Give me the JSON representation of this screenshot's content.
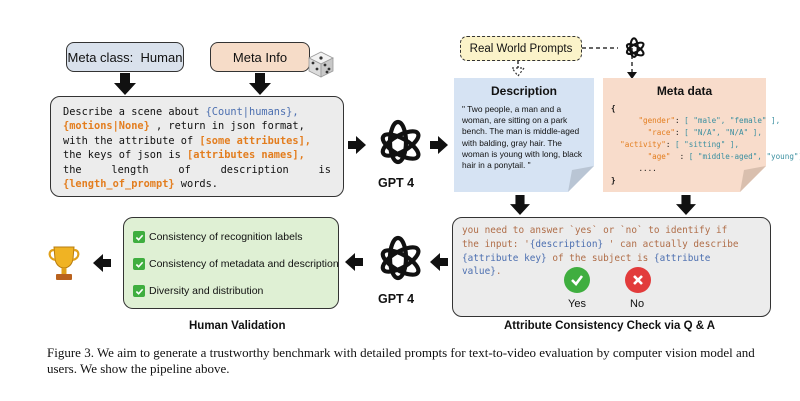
{
  "meta_class": {
    "label": "Meta class:",
    "value": "Human"
  },
  "meta_info": {
    "label": "Meta Info"
  },
  "prompt_template": {
    "line1_pre": "Describe a scene about ",
    "line1_var": "{Count|humans},",
    "line2_var": "{motions|None}",
    "line2_post": " , return in json format,",
    "line3_pre": "with the attribute of ",
    "line3_var": "[some attributes],",
    "line4_pre": "the keys of json is ",
    "line4_var": "[attributes names],",
    "line5_w1": "the",
    "line5_w2": "length",
    "line5_w3": "of",
    "line5_w4": "description",
    "line5_w5": "is",
    "line6_var": "{length_of_prompt}",
    "line6_post": " words."
  },
  "gpt_top": {
    "label": "GPT 4"
  },
  "gpt_bottom": {
    "label": "GPT 4"
  },
  "real_world_prompts": {
    "label": "Real World Prompts"
  },
  "description": {
    "title": "Description",
    "text": "\" Two people, a man and a woman, are sitting on a park bench. The man is middle-aged with balding, gray hair. The woman is young with long, black hair in a ponytail. \""
  },
  "meta_data": {
    "title": "Meta data",
    "open": "{",
    "gender_key": "\"gender\"",
    "gender_val": "[ \"male\", \"female\" ],",
    "race_key": "\"race\"",
    "race_val": "[ \"N/A\", \"N/A\" ],",
    "activity_key": "\"activity\"",
    "activity_val": "[ \"sitting\" ],",
    "age_key": "\"age\"",
    "age_val": "[ \"middle-aged\", \"young\"],",
    "ellipsis": "....",
    "close": "}"
  },
  "check": {
    "line1": "you need to answer `yes` or `no` to identify if",
    "line2_pre": "the input: '",
    "line2_var": "{description}",
    "line2_post": " ' can actually describe",
    "line3_var": "{attribute key}",
    "line3_mid": " of the subject is ",
    "line3_var2": "{attribute",
    "line4_var": "value}",
    "line4_post": ".",
    "yes": "Yes",
    "no": "No"
  },
  "validation": {
    "items": [
      "Consistency of recognition labels",
      "Consistency of metadata and description",
      "Diversity and distribution"
    ]
  },
  "labels": {
    "human_validation": "Human Validation",
    "attribute_check": "Attribute Consistency Check via Q & A"
  },
  "caption": "Figure 3. We aim to generate a trustworthy benchmark with detailed prompts for text-to-video evaluation by computer vision model and users. We show the pipeline above.",
  "colors": {
    "blue_box": "#d9e1ec",
    "orange_box": "#f6dcc8",
    "green_box": "#dff0d4",
    "gray_box": "#ececec",
    "var_blue": "#4c6fb0",
    "var_orange": "#e37d1e"
  }
}
